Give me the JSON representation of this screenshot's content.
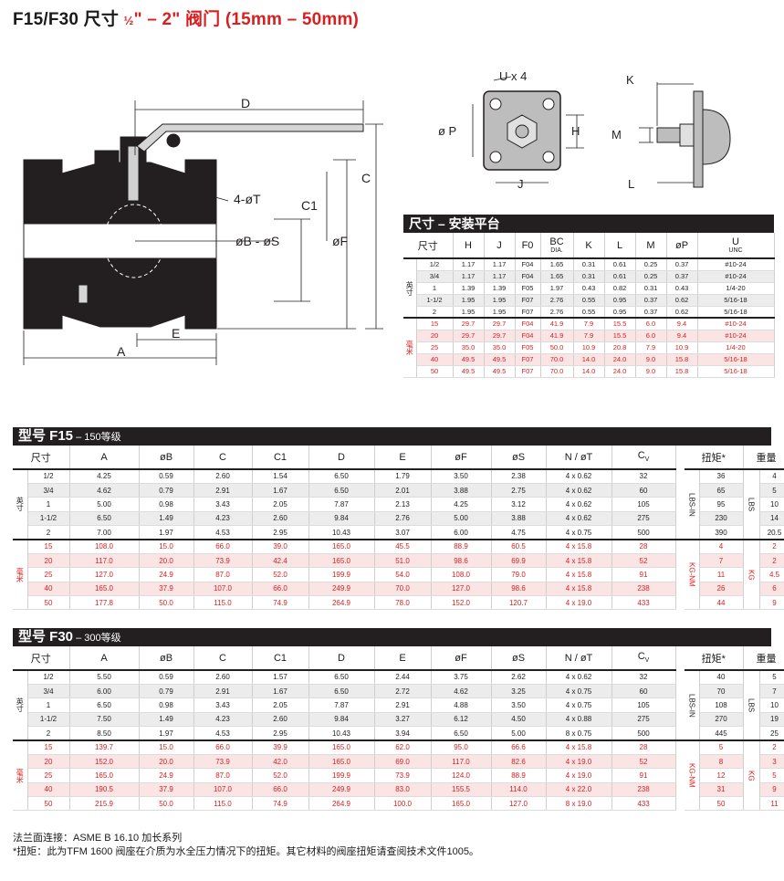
{
  "title": {
    "prefix": "F15/F30 尺寸 ",
    "frac": "½",
    "accent": "\" – 2\" 阀门 (15mm – 50mm)"
  },
  "diagram_labels": {
    "D": "D",
    "C": "C",
    "C1": "C1",
    "T": "4-øT",
    "BS": "øB - øS",
    "F": "øF",
    "E": "E",
    "A": "A",
    "U": "U x 4",
    "P": "ø P",
    "H": "H",
    "J": "J",
    "K": "K",
    "M": "M",
    "L": "L"
  },
  "mounting": {
    "title": "尺寸 – 安装平台",
    "headers": [
      "尺寸",
      "H",
      "J",
      "F0",
      "BC",
      "K",
      "L",
      "M",
      "øP",
      "U"
    ],
    "bc_sub": "DIA.",
    "u_sub": "UNC",
    "imperial_label": "英寸",
    "metric_label": "毫米",
    "imperial_rows": [
      [
        "1/2",
        "1.17",
        "1.17",
        "F04",
        "1.65",
        "0.31",
        "0.61",
        "0.25",
        "0.37",
        "#10-24"
      ],
      [
        "3/4",
        "1.17",
        "1.17",
        "F04",
        "1.65",
        "0.31",
        "0.61",
        "0.25",
        "0.37",
        "#10-24"
      ],
      [
        "1",
        "1.39",
        "1.39",
        "F05",
        "1.97",
        "0.43",
        "0.82",
        "0.31",
        "0.43",
        "1/4-20"
      ],
      [
        "1-1/2",
        "1.95",
        "1.95",
        "F07",
        "2.76",
        "0.55",
        "0.95",
        "0.37",
        "0.62",
        "5/16-18"
      ],
      [
        "2",
        "1.95",
        "1.95",
        "F07",
        "2.76",
        "0.55",
        "0.95",
        "0.37",
        "0.62",
        "5/16-18"
      ]
    ],
    "metric_rows": [
      [
        "15",
        "29.7",
        "29.7",
        "F04",
        "41.9",
        "7.9",
        "15.5",
        "6.0",
        "9.4",
        "#10-24"
      ],
      [
        "20",
        "29.7",
        "29.7",
        "F04",
        "41.9",
        "7.9",
        "15.5",
        "6.0",
        "9.4",
        "#10-24"
      ],
      [
        "25",
        "35.0",
        "35.0",
        "F05",
        "50.0",
        "10.9",
        "20.8",
        "7.9",
        "10.9",
        "1/4-20"
      ],
      [
        "40",
        "49.5",
        "49.5",
        "F07",
        "70.0",
        "14.0",
        "24.0",
        "9.0",
        "15.8",
        "5/16-18"
      ],
      [
        "50",
        "49.5",
        "49.5",
        "F07",
        "70.0",
        "14.0",
        "24.0",
        "9.0",
        "15.8",
        "5/16-18"
      ]
    ]
  },
  "f15": {
    "title": "型号 F15",
    "sub": " – 150等级",
    "headers": [
      "尺寸",
      "A",
      "øB",
      "C",
      "C1",
      "D",
      "E",
      "øF",
      "øS",
      "N / øT",
      "C",
      "扭矩*",
      "重量"
    ],
    "cv_sub": "V",
    "torque_unit_imp": "LBS-IN",
    "weight_unit_imp": "LBS",
    "torque_unit_met": "KG-NM",
    "weight_unit_met": "KG",
    "imperial_label": "英寸",
    "metric_label": "毫米",
    "imperial_rows": [
      [
        "1/2",
        "4.25",
        "0.59",
        "2.60",
        "1.54",
        "6.50",
        "1.79",
        "3.50",
        "2.38",
        "4 x 0.62",
        "32",
        "36",
        "4"
      ],
      [
        "3/4",
        "4.62",
        "0.79",
        "2.91",
        "1.67",
        "6.50",
        "2.01",
        "3.88",
        "2.75",
        "4 x 0.62",
        "60",
        "65",
        "5"
      ],
      [
        "1",
        "5.00",
        "0.98",
        "3.43",
        "2.05",
        "7.87",
        "2.13",
        "4.25",
        "3.12",
        "4 x 0.62",
        "105",
        "95",
        "10"
      ],
      [
        "1-1/2",
        "6.50",
        "1.49",
        "4.23",
        "2.60",
        "9.84",
        "2.76",
        "5.00",
        "3.88",
        "4 x 0.62",
        "275",
        "230",
        "14"
      ],
      [
        "2",
        "7.00",
        "1.97",
        "4.53",
        "2.95",
        "10.43",
        "3.07",
        "6.00",
        "4.75",
        "4 x 0.75",
        "500",
        "390",
        "20.5"
      ]
    ],
    "metric_rows": [
      [
        "15",
        "108.0",
        "15.0",
        "66.0",
        "39.0",
        "165.0",
        "45.5",
        "88.9",
        "60.5",
        "4 x 15.8",
        "28",
        "4",
        "2"
      ],
      [
        "20",
        "117.0",
        "20.0",
        "73.9",
        "42.4",
        "165.0",
        "51.0",
        "98.6",
        "69.9",
        "4 x 15.8",
        "52",
        "7",
        "2"
      ],
      [
        "25",
        "127.0",
        "24.9",
        "87.0",
        "52.0",
        "199.9",
        "54.0",
        "108.0",
        "79.0",
        "4 x 15.8",
        "91",
        "11",
        "4.5"
      ],
      [
        "40",
        "165.0",
        "37.9",
        "107.0",
        "66.0",
        "249.9",
        "70.0",
        "127.0",
        "98.6",
        "4 x 15.8",
        "238",
        "26",
        "6"
      ],
      [
        "50",
        "177.8",
        "50.0",
        "115.0",
        "74.9",
        "264.9",
        "78.0",
        "152.0",
        "120.7",
        "4 x 19.0",
        "433",
        "44",
        "9"
      ]
    ]
  },
  "f30": {
    "title": "型号 F30",
    "sub": " – 300等级",
    "headers": [
      "尺寸",
      "A",
      "øB",
      "C",
      "C1",
      "D",
      "E",
      "øF",
      "øS",
      "N / øT",
      "C",
      "扭矩*",
      "重量"
    ],
    "cv_sub": "V",
    "torque_unit_imp": "LBS-IN",
    "weight_unit_imp": "LBS",
    "torque_unit_met": "KG-NM",
    "weight_unit_met": "KG",
    "imperial_label": "英寸",
    "metric_label": "毫米",
    "imperial_rows": [
      [
        "1/2",
        "5.50",
        "0.59",
        "2.60",
        "1.57",
        "6.50",
        "2.44",
        "3.75",
        "2.62",
        "4 x 0.62",
        "32",
        "40",
        "5"
      ],
      [
        "3/4",
        "6.00",
        "0.79",
        "2.91",
        "1.67",
        "6.50",
        "2.72",
        "4.62",
        "3.25",
        "4 x 0.75",
        "60",
        "70",
        "7"
      ],
      [
        "1",
        "6.50",
        "0.98",
        "3.43",
        "2.05",
        "7.87",
        "2.91",
        "4.88",
        "3.50",
        "4 x 0.75",
        "105",
        "108",
        "10"
      ],
      [
        "1-1/2",
        "7.50",
        "1.49",
        "4.23",
        "2.60",
        "9.84",
        "3.27",
        "6.12",
        "4.50",
        "4 x 0.88",
        "275",
        "270",
        "19"
      ],
      [
        "2",
        "8.50",
        "1.97",
        "4.53",
        "2.95",
        "10.43",
        "3.94",
        "6.50",
        "5.00",
        "8 x 0.75",
        "500",
        "445",
        "25"
      ]
    ],
    "metric_rows": [
      [
        "15",
        "139.7",
        "15.0",
        "66.0",
        "39.9",
        "165.0",
        "62.0",
        "95.0",
        "66.6",
        "4 x 15.8",
        "28",
        "5",
        "2"
      ],
      [
        "20",
        "152.0",
        "20.0",
        "73.9",
        "42.0",
        "165.0",
        "69.0",
        "117.0",
        "82.6",
        "4 x 19.0",
        "52",
        "8",
        "3"
      ],
      [
        "25",
        "165.0",
        "24.9",
        "87.0",
        "52.0",
        "199.9",
        "73.9",
        "124.0",
        "88.9",
        "4 x 19.0",
        "91",
        "12",
        "5"
      ],
      [
        "40",
        "190.5",
        "37.9",
        "107.0",
        "66.0",
        "249.9",
        "83.0",
        "155.5",
        "114.0",
        "4 x 22.0",
        "238",
        "31",
        "9"
      ],
      [
        "50",
        "215.9",
        "50.0",
        "115.0",
        "74.9",
        "264.9",
        "100.0",
        "165.0",
        "127.0",
        "8 x 19.0",
        "433",
        "50",
        "11"
      ]
    ]
  },
  "notes": {
    "line1": "法兰面连接：ASME B 16.10 加长系列",
    "line2": "*扭矩：此为TFM 1600 阀座在介质为水全压力情况下的扭矩。其它材料的阀座扭矩请查阅技术文件1005。"
  }
}
